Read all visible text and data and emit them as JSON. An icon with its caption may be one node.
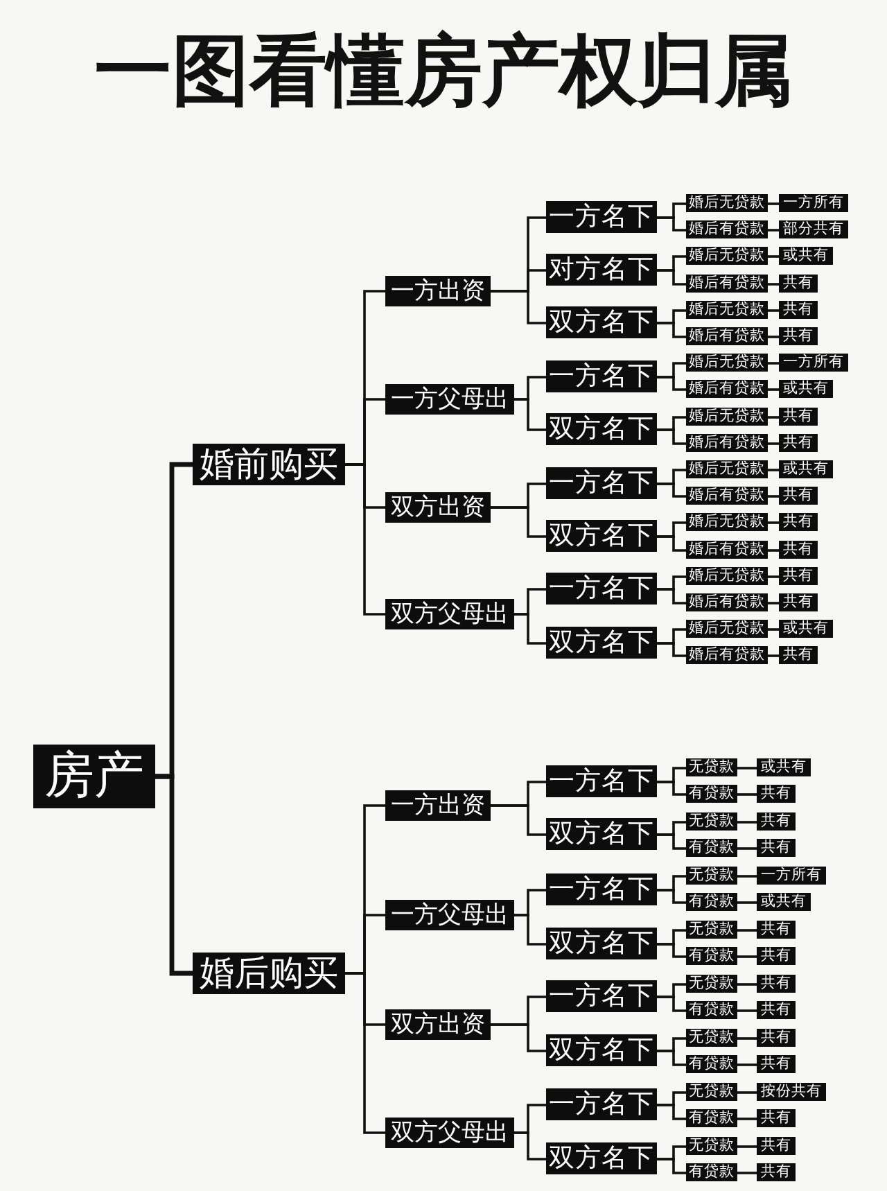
{
  "diagram": {
    "title": "一图看懂房产权归属",
    "nodes": [
      {
        "text": [
          "房产"
        ]
      },
      {
        "text": [
          "婚前购买"
        ]
      },
      {
        "text": [
          "一方出资"
        ]
      },
      {
        "text": [
          "一方名下"
        ]
      },
      {
        "text": [
          "婚后无贷款"
        ]
      },
      {
        "text": [
          "一方所有"
        ]
      },
      {
        "text": [
          "婚后有贷款"
        ]
      },
      {
        "text": [
          "部分共有"
        ]
      },
      {
        "text": [
          "对方名下"
        ]
      },
      {
        "text": [
          "婚后无贷款"
        ]
      },
      {
        "text": [
          "或共有"
        ]
      },
      {
        "text": [
          "婚后有贷款"
        ]
      },
      {
        "text": [
          "共有"
        ]
      },
      {
        "text": [
          "双方名下"
        ]
      },
      {
        "text": [
          "婚后无贷款"
        ]
      },
      {
        "text": [
          "共有"
        ]
      },
      {
        "text": [
          "婚后有贷款"
        ]
      },
      {
        "text": [
          "共有"
        ]
      },
      {
        "text": [
          "一方父母出"
        ]
      },
      {
        "text": [
          "一方名下"
        ]
      },
      {
        "text": [
          "婚后无贷款"
        ]
      },
      {
        "text": [
          "一方所有"
        ]
      },
      {
        "text": [
          "婚后有贷款"
        ]
      },
      {
        "text": [
          "或共有"
        ]
      },
      {
        "text": [
          "双方名下"
        ]
      },
      {
        "text": [
          "婚后无贷款"
        ]
      },
      {
        "text": [
          "共有"
        ]
      },
      {
        "text": [
          "婚后有贷款"
        ]
      },
      {
        "text": [
          "共有"
        ]
      },
      {
        "text": [
          "双方出资"
        ]
      },
      {
        "text": [
          "一方名下"
        ]
      },
      {
        "text": [
          "婚后无贷款"
        ]
      },
      {
        "text": [
          "或共有"
        ]
      },
      {
        "text": [
          "婚后有贷款"
        ]
      },
      {
        "text": [
          "共有"
        ]
      },
      {
        "text": [
          "双方名下"
        ]
      },
      {
        "text": [
          "婚后无贷款"
        ]
      },
      {
        "text": [
          "共有"
        ]
      },
      {
        "text": [
          "婚后有贷款"
        ]
      },
      {
        "text": [
          "共有"
        ]
      },
      {
        "text": [
          "双方父母出"
        ]
      },
      {
        "text": [
          "一方名下"
        ]
      },
      {
        "text": [
          "婚后无贷款"
        ]
      },
      {
        "text": [
          "共有"
        ]
      },
      {
        "text": [
          "婚后有贷款"
        ]
      },
      {
        "text": [
          "共有"
        ]
      },
      {
        "text": [
          "双方名下"
        ]
      },
      {
        "text": [
          "婚后无贷款"
        ]
      },
      {
        "text": [
          "或共有"
        ]
      },
      {
        "text": [
          "婚后有贷款"
        ]
      },
      {
        "text": [
          "共有"
        ]
      },
      {
        "text": [
          "婚后购买"
        ]
      },
      {
        "text": [
          "一方出资"
        ]
      },
      {
        "text": [
          "一方名下"
        ]
      },
      {
        "text": [
          "无贷款"
        ]
      },
      {
        "text": [
          "或共有"
        ]
      },
      {
        "text": [
          "有贷款"
        ]
      },
      {
        "text": [
          "共有"
        ]
      },
      {
        "text": [
          "双方名下"
        ]
      },
      {
        "text": [
          "无贷款"
        ]
      },
      {
        "text": [
          "共有"
        ]
      },
      {
        "text": [
          "有贷款"
        ]
      },
      {
        "text": [
          "共有"
        ]
      },
      {
        "text": [
          "一方父母出"
        ]
      },
      {
        "text": [
          "一方名下"
        ]
      },
      {
        "text": [
          "无贷款"
        ]
      },
      {
        "text": [
          "一方所有"
        ]
      },
      {
        "text": [
          "有贷款"
        ]
      },
      {
        "text": [
          "或共有"
        ]
      },
      {
        "text": [
          "双方名下"
        ]
      },
      {
        "text": [
          "无贷款"
        ]
      },
      {
        "text": [
          "共有"
        ]
      },
      {
        "text": [
          "有贷款"
        ]
      },
      {
        "text": [
          "共有"
        ]
      },
      {
        "text": [
          "双方出资"
        ]
      },
      {
        "text": [
          "一方名下"
        ]
      },
      {
        "text": [
          "无贷款"
        ]
      },
      {
        "text": [
          "共有"
        ]
      },
      {
        "text": [
          "有贷款"
        ]
      },
      {
        "text": [
          "共有"
        ]
      },
      {
        "text": [
          "双方名下"
        ]
      },
      {
        "text": [
          "无贷款"
        ]
      },
      {
        "text": [
          "共有"
        ]
      },
      {
        "text": [
          "有贷款"
        ]
      },
      {
        "text": [
          "共有"
        ]
      },
      {
        "text": [
          "双方父母出"
        ]
      },
      {
        "text": [
          "一方名下"
        ]
      },
      {
        "text": [
          "无贷款"
        ]
      },
      {
        "text": [
          "按份共有"
        ]
      },
      {
        "text": [
          "有贷款"
        ]
      },
      {
        "text": [
          "共有"
        ]
      },
      {
        "text": [
          "双方名下"
        ]
      },
      {
        "text": [
          "无贷款"
        ]
      },
      {
        "text": [
          "共有"
        ]
      },
      {
        "text": [
          "有贷款"
        ]
      },
      {
        "text": [
          "共有"
        ]
      }
    ],
    "edges": [
      {
        "from": 0,
        "to": 1,
        "arrow": "none",
        "style": "thick"
      },
      {
        "from": 0,
        "to": 51,
        "arrow": "none",
        "style": "thick"
      },
      {
        "from": 1,
        "to": 2,
        "arrow": "none"
      },
      {
        "from": 1,
        "to": 18,
        "arrow": "none"
      },
      {
        "from": 1,
        "to": 29,
        "arrow": "none"
      },
      {
        "from": 1,
        "to": 40,
        "arrow": "none"
      },
      {
        "from": 2,
        "to": 3,
        "arrow": "none"
      },
      {
        "from": 3,
        "to": 4,
        "arrow": "none"
      },
      {
        "from": 4,
        "to": 5,
        "arrow": "none"
      },
      {
        "from": 3,
        "to": 6,
        "arrow": "none"
      },
      {
        "from": 6,
        "to": 7,
        "arrow": "none"
      },
      {
        "from": 2,
        "to": 8,
        "arrow": "none"
      },
      {
        "from": 8,
        "to": 9,
        "arrow": "none"
      },
      {
        "from": 9,
        "to": 10,
        "arrow": "none"
      },
      {
        "from": 8,
        "to": 11,
        "arrow": "none"
      },
      {
        "from": 11,
        "to": 12,
        "arrow": "none"
      },
      {
        "from": 2,
        "to": 13,
        "arrow": "none"
      },
      {
        "from": 13,
        "to": 14,
        "arrow": "none"
      },
      {
        "from": 14,
        "to": 15,
        "arrow": "none"
      },
      {
        "from": 13,
        "to": 16,
        "arrow": "none"
      },
      {
        "from": 16,
        "to": 17,
        "arrow": "none"
      },
      {
        "from": 18,
        "to": 19,
        "arrow": "none"
      },
      {
        "from": 19,
        "to": 20,
        "arrow": "none"
      },
      {
        "from": 20,
        "to": 21,
        "arrow": "none"
      },
      {
        "from": 19,
        "to": 22,
        "arrow": "none"
      },
      {
        "from": 22,
        "to": 23,
        "arrow": "none"
      },
      {
        "from": 18,
        "to": 24,
        "arrow": "none"
      },
      {
        "from": 24,
        "to": 25,
        "arrow": "none"
      },
      {
        "from": 25,
        "to": 26,
        "arrow": "none"
      },
      {
        "from": 24,
        "to": 27,
        "arrow": "none"
      },
      {
        "from": 27,
        "to": 28,
        "arrow": "none"
      },
      {
        "from": 29,
        "to": 30,
        "arrow": "none"
      },
      {
        "from": 30,
        "to": 31,
        "arrow": "none"
      },
      {
        "from": 31,
        "to": 32,
        "arrow": "none"
      },
      {
        "from": 30,
        "to": 33,
        "arrow": "none"
      },
      {
        "from": 33,
        "to": 34,
        "arrow": "none"
      },
      {
        "from": 29,
        "to": 35,
        "arrow": "none"
      },
      {
        "from": 35,
        "to": 36,
        "arrow": "none"
      },
      {
        "from": 36,
        "to": 37,
        "arrow": "none"
      },
      {
        "from": 35,
        "to": 38,
        "arrow": "none"
      },
      {
        "from": 38,
        "to": 39,
        "arrow": "none"
      },
      {
        "from": 40,
        "to": 41,
        "arrow": "none"
      },
      {
        "from": 41,
        "to": 42,
        "arrow": "none"
      },
      {
        "from": 42,
        "to": 43,
        "arrow": "none"
      },
      {
        "from": 41,
        "to": 44,
        "arrow": "none"
      },
      {
        "from": 44,
        "to": 45,
        "arrow": "none"
      },
      {
        "from": 40,
        "to": 46,
        "arrow": "none"
      },
      {
        "from": 46,
        "to": 47,
        "arrow": "none"
      },
      {
        "from": 47,
        "to": 48,
        "arrow": "none"
      },
      {
        "from": 46,
        "to": 49,
        "arrow": "none"
      },
      {
        "from": 49,
        "to": 50,
        "arrow": "none"
      },
      {
        "from": 51,
        "to": 52,
        "arrow": "none"
      },
      {
        "from": 51,
        "to": 63,
        "arrow": "none"
      },
      {
        "from": 51,
        "to": 74,
        "arrow": "none"
      },
      {
        "from": 51,
        "to": 85,
        "arrow": "none"
      },
      {
        "from": 52,
        "to": 53,
        "arrow": "none"
      },
      {
        "from": 53,
        "to": 54,
        "arrow": "none"
      },
      {
        "from": 54,
        "to": 55,
        "arrow": "none"
      },
      {
        "from": 53,
        "to": 56,
        "arrow": "none"
      },
      {
        "from": 56,
        "to": 57,
        "arrow": "none"
      },
      {
        "from": 52,
        "to": 58,
        "arrow": "none"
      },
      {
        "from": 58,
        "to": 59,
        "arrow": "none"
      },
      {
        "from": 59,
        "to": 60,
        "arrow": "none"
      },
      {
        "from": 58,
        "to": 61,
        "arrow": "none"
      },
      {
        "from": 61,
        "to": 62,
        "arrow": "none"
      },
      {
        "from": 63,
        "to": 64,
        "arrow": "none"
      },
      {
        "from": 64,
        "to": 65,
        "arrow": "none"
      },
      {
        "from": 65,
        "to": 66,
        "arrow": "none"
      },
      {
        "from": 64,
        "to": 67,
        "arrow": "none"
      },
      {
        "from": 67,
        "to": 68,
        "arrow": "none"
      },
      {
        "from": 63,
        "to": 69,
        "arrow": "none"
      },
      {
        "from": 69,
        "to": 70,
        "arrow": "none"
      },
      {
        "from": 70,
        "to": 71,
        "arrow": "none"
      },
      {
        "from": 69,
        "to": 72,
        "arrow": "none"
      },
      {
        "from": 72,
        "to": 73,
        "arrow": "none"
      },
      {
        "from": 74,
        "to": 75,
        "arrow": "none"
      },
      {
        "from": 75,
        "to": 76,
        "arrow": "none"
      },
      {
        "from": 76,
        "to": 77,
        "arrow": "none"
      },
      {
        "from": 75,
        "to": 78,
        "arrow": "none"
      },
      {
        "from": 78,
        "to": 79,
        "arrow": "none"
      },
      {
        "from": 74,
        "to": 80,
        "arrow": "none"
      },
      {
        "from": 80,
        "to": 81,
        "arrow": "none"
      },
      {
        "from": 81,
        "to": 82,
        "arrow": "none"
      },
      {
        "from": 80,
        "to": 83,
        "arrow": "none"
      },
      {
        "from": 83,
        "to": 84,
        "arrow": "none"
      },
      {
        "from": 85,
        "to": 86,
        "arrow": "none"
      },
      {
        "from": 86,
        "to": 87,
        "arrow": "none"
      },
      {
        "from": 87,
        "to": 88,
        "arrow": "none"
      },
      {
        "from": 86,
        "to": 89,
        "arrow": "none"
      },
      {
        "from": 89,
        "to": 90,
        "arrow": "none"
      },
      {
        "from": 85,
        "to": 91,
        "arrow": "none"
      },
      {
        "from": 91,
        "to": 92,
        "arrow": "none"
      },
      {
        "from": 92,
        "to": 93,
        "arrow": "none"
      },
      {
        "from": 91,
        "to": 94,
        "arrow": "none"
      },
      {
        "from": 94,
        "to": 95,
        "arrow": "none"
      }
    ]
  }
}
